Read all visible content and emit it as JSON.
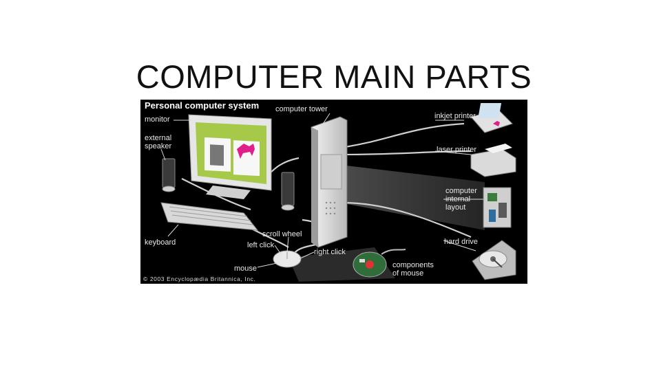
{
  "slide": {
    "title": "COMPUTER MAIN PARTS"
  },
  "figure": {
    "heading": "Personal computer system",
    "labels": {
      "monitor": "monitor",
      "external_speaker": "external\nspeaker",
      "keyboard": "keyboard",
      "computer_tower": "computer tower",
      "scroll_wheel": "scroll wheel",
      "left_click": "left click",
      "right_click": "right click",
      "mouse": "mouse",
      "inkjet_printer": "inkjet printer",
      "laser_printer": "laser printer",
      "computer_internal_layout": "computer\ninternal\nlayout",
      "hard_drive": "hard drive",
      "components_of_mouse": "components\nof mouse"
    },
    "copyright": "© 2003 Encyclopædia Britannica, Inc.",
    "colors": {
      "background": "#000000",
      "label": "#e8e8e8",
      "accent_magenta": "#e0208a",
      "screen_green": "#a6c94a"
    }
  }
}
